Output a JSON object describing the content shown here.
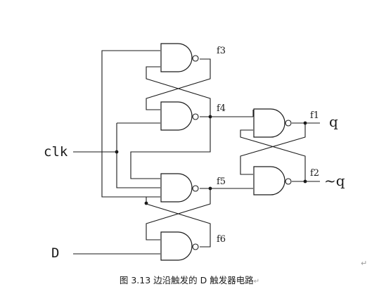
{
  "diagram": {
    "inputs": {
      "clk": "clk",
      "d": "D"
    },
    "outputs": {
      "q": "q",
      "qn": "~q"
    },
    "signals": [
      "f1",
      "f2",
      "f3",
      "f4",
      "f5",
      "f6"
    ]
  },
  "caption": "图 3.13 边沿触发的 D 触发器电路",
  "paragraph_mark": "↵"
}
